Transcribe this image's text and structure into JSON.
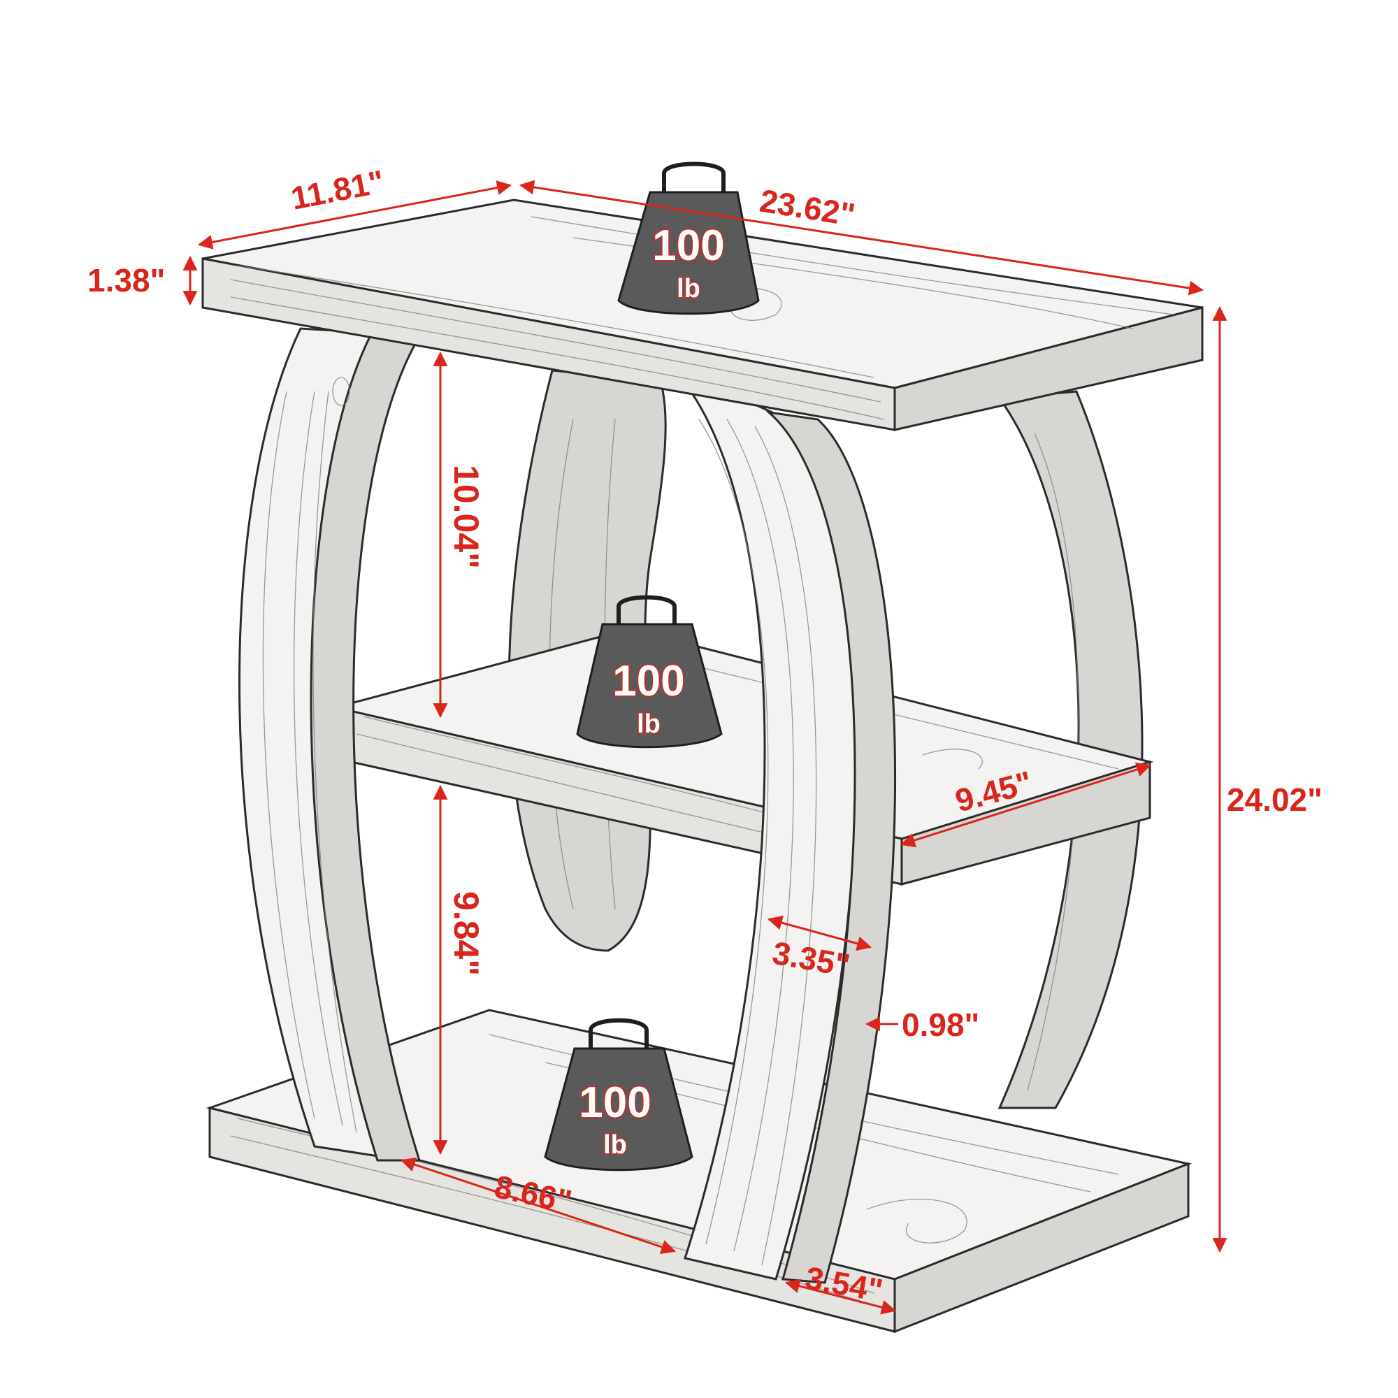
{
  "dimensions": {
    "top_depth": "11.81\"",
    "top_width": "23.62\"",
    "top_thickness": "1.38\"",
    "upper_gap": "10.04\"",
    "total_height": "24.02\"",
    "shelf_depth": "9.45\"",
    "leg_width": "3.35\"",
    "leg_thickness": "0.98\"",
    "lower_gap": "9.84\"",
    "base_inner_depth": "8.66\"",
    "base_leg_offset": "3.54\""
  },
  "weights": [
    {
      "value": "100",
      "unit": "lb"
    },
    {
      "value": "100",
      "unit": "lb"
    },
    {
      "value": "100",
      "unit": "lb"
    }
  ],
  "colors": {
    "dimension": "#d9251c",
    "line": "#2b2b2b",
    "weight_body": "#5a5a5a"
  }
}
